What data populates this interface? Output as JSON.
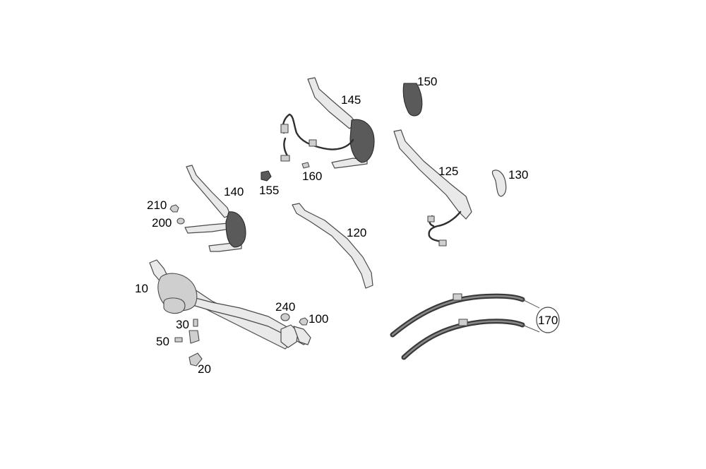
{
  "diagram": {
    "callouts": {
      "c10": "10",
      "c20": "20",
      "c30": "30",
      "c50": "50",
      "c100": "100",
      "c120": "120",
      "c125": "125",
      "c130": "130",
      "c140": "140",
      "c145": "145",
      "c150": "150",
      "c155": "155",
      "c160": "160",
      "c170": "170",
      "c200": "200",
      "c210": "210",
      "c240": "240"
    }
  }
}
